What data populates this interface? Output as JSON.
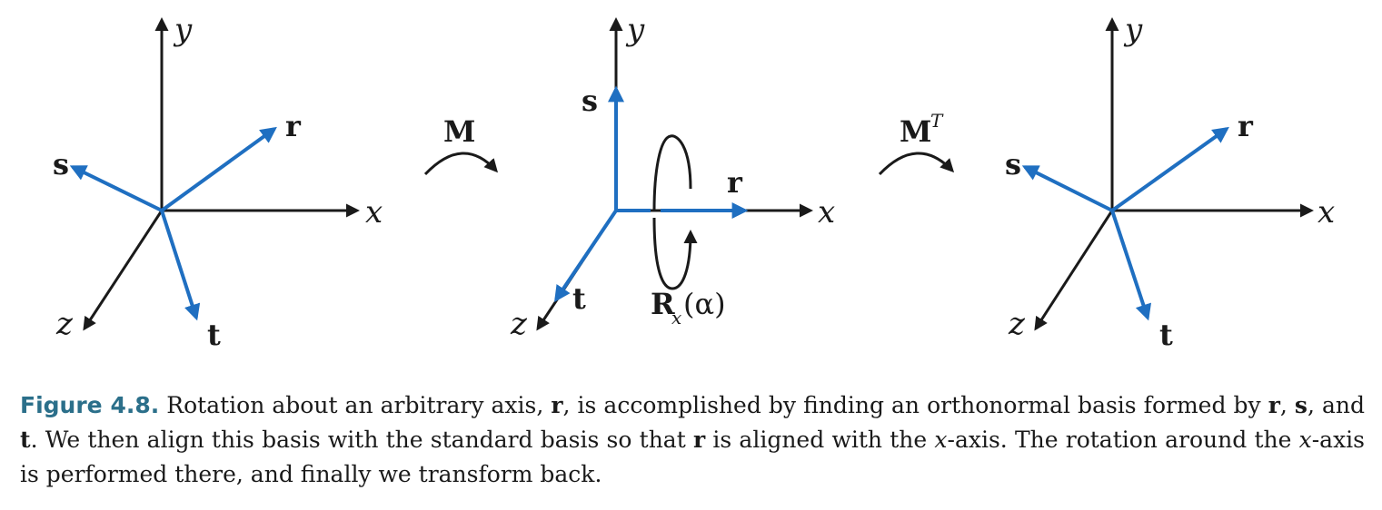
{
  "axes": {
    "x": "x",
    "y": "y",
    "z": "z"
  },
  "vectors": {
    "r": "r",
    "s": "s",
    "t": "t"
  },
  "transforms": {
    "forward": "M",
    "inverse_base": "M",
    "inverse_sup": "T",
    "rotation_base": "R",
    "rotation_sub": "x",
    "rotation_arg": "(α)"
  },
  "caption": {
    "label": "Figure 4.8.",
    "p1": " Rotation about an arbitrary axis, ",
    "r1": "r",
    "p2": ", is accomplished by finding an orthonormal basis formed by ",
    "r2": "r",
    "p3": ", ",
    "s1": "s",
    "p4": ", and ",
    "t1": "t",
    "p5": ". We then align this basis with the standard basis so that ",
    "r3": "r",
    "p6": " is aligned with the ",
    "x1": "x",
    "p7": "-axis. The rotation around the ",
    "x2": "x",
    "p8": "-axis is performed there, and finally we transform back."
  },
  "colors": {
    "vector": "#1f6fc1",
    "axis": "#1a1a1a",
    "figure_label": "#2b6f8a"
  }
}
